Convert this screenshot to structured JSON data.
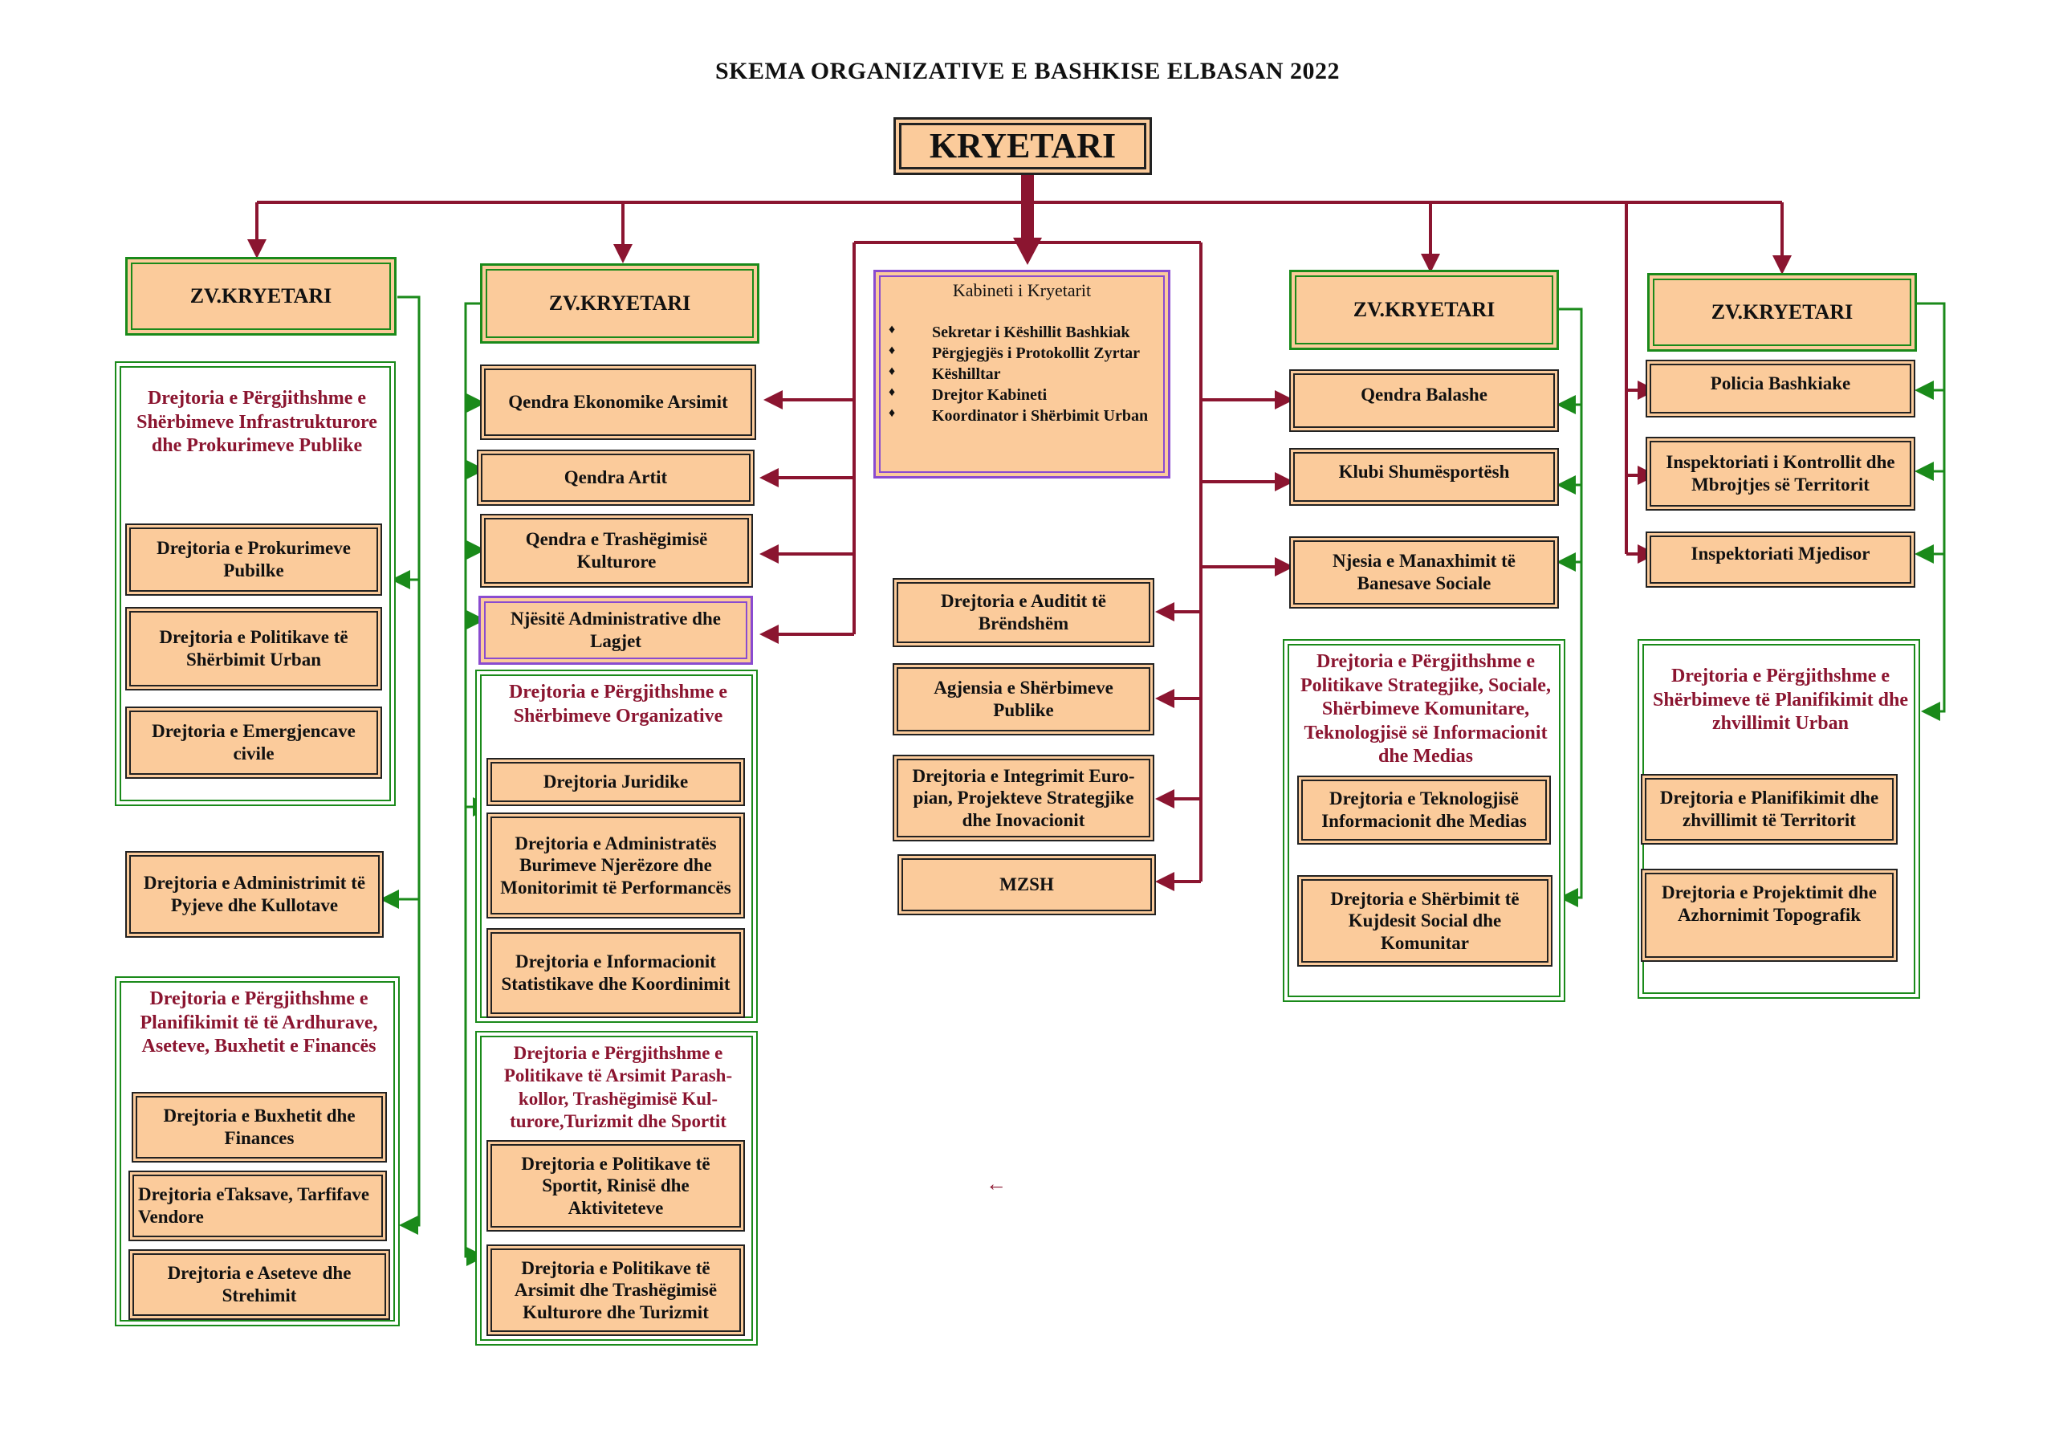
{
  "title": "SKEMA ORGANIZATIVE E BASHKISE ELBASAN  2022",
  "head": "KRYETARI",
  "deputies": [
    "ZV.KRYETARI",
    "ZV.KRYETARI",
    "ZV.KRYETARI",
    "ZV.KRYETARI"
  ],
  "kabineti": {
    "title": "Kabineti i Kryetarit",
    "bullet": "♦",
    "items": [
      "Sekretar i Këshillit Bashkiak",
      "Përgjegjës i Protokollit Zyrtar",
      "Këshilltar",
      "Drejtor  Kabineti",
      "Koordinator i Shërbimit Urban"
    ]
  },
  "col1": {
    "group1_head": "Drejtoria e Përgjithshme e Shërbimeve Infrastrukturore dhe Prokurimeve  Publike",
    "group1_items": [
      "Drejtoria e  Prokurimeve Pubilke",
      "Drejtoria e  Politikave  të Shërbimit  Urban",
      "Drejtoria e   Emergjencave civile"
    ],
    "admin": "Drejtoria e Administrimit të Pyjeve dhe Kullotave",
    "group2_head": "Drejtoria e Përgjithshme e Planifikimit të  të Ardhurave, Aseteve, Buxhetit  e Financës",
    "group2_items": [
      "Drejtoria e  Buxhetit  dhe Finances",
      "Drejtoria eTaksave, Tarfifave Vendore",
      "Drejtoria e Aseteve dhe Strehimit"
    ]
  },
  "col2": {
    "items": [
      "Qendra Ekonomike Arsimit",
      "Qendra  Artit",
      "Qendra e Trashëgimisë Kulturore"
    ],
    "njesite": "Njësitë Administrative  dhe Lagjet",
    "group1_head": "Drejtoria e Përgjithshme e Shërbimeve Organizative",
    "group1_items": [
      "Drejtoria Juridike",
      "Drejtoria e Administratës Burimeve Njerëzore  dhe Monitorimit të Performancës",
      "Drejtoria  e Informacionit Statistikave dhe Koordinimit"
    ],
    "group2_head": "Drejtoria e Përgjithshme  e Politikave të Arsimit  Parash-kollor, Trashëgimisë Kul-turore,Turizmit dhe Sportit",
    "group2_items": [
      "Drejtoria e  Politikave të Sportit, Rinisë dhe Aktiviteteve",
      "Drejtoria e Politikave të Arsimit dhe  Trashëgimisë Kulturore dhe Turizmit"
    ]
  },
  "center": {
    "items": [
      "Drejtoria e Auditit  të Brëndshëm",
      "Agjensia e Shërbimeve Publike",
      "Drejtoria e Integrimit  Euro-pian, Projekteve Strategjike dhe Inovacionit",
      "MZSH"
    ]
  },
  "col4": {
    "items": [
      "Qendra Balashe",
      "Klubi Shumësportësh",
      "Njesia e Manaxhimit të Banesave Sociale"
    ],
    "group_head": "Drejtoria e Përgjithshme e Politikave Strategjike, Sociale, Shërbimeve Komunitare, Teknologjisë së Informacionit dhe Medias",
    "group_items": [
      "Drejtoria e Teknologjisë Informacionit  dhe Medias",
      "Drejtoria e Shërbimit  të Kujdesit Social dhe Komunitar"
    ]
  },
  "col5": {
    "items": [
      "Policia Bashkiake",
      "Inspektoriati i Kontrollit dhe Mbrojtjes  së Territorit",
      "Inspektoriati  Mjedisor"
    ],
    "group_head": "Drejtoria e Përgjithshme e Shërbimeve të Planifikimit dhe zhvillimit Urban",
    "group_items": [
      "Drejtoria e  Planifikimit dhe zhvillimit të Territorit",
      "Drejtoria e Projektimit dhe Azhornimit  Topografik"
    ]
  },
  "stray_arrow": "←",
  "colors": {
    "red": "#8b1530",
    "green": "#1a8a1a",
    "peach": "#fbcb9b",
    "purple": "#8a4bd0"
  }
}
